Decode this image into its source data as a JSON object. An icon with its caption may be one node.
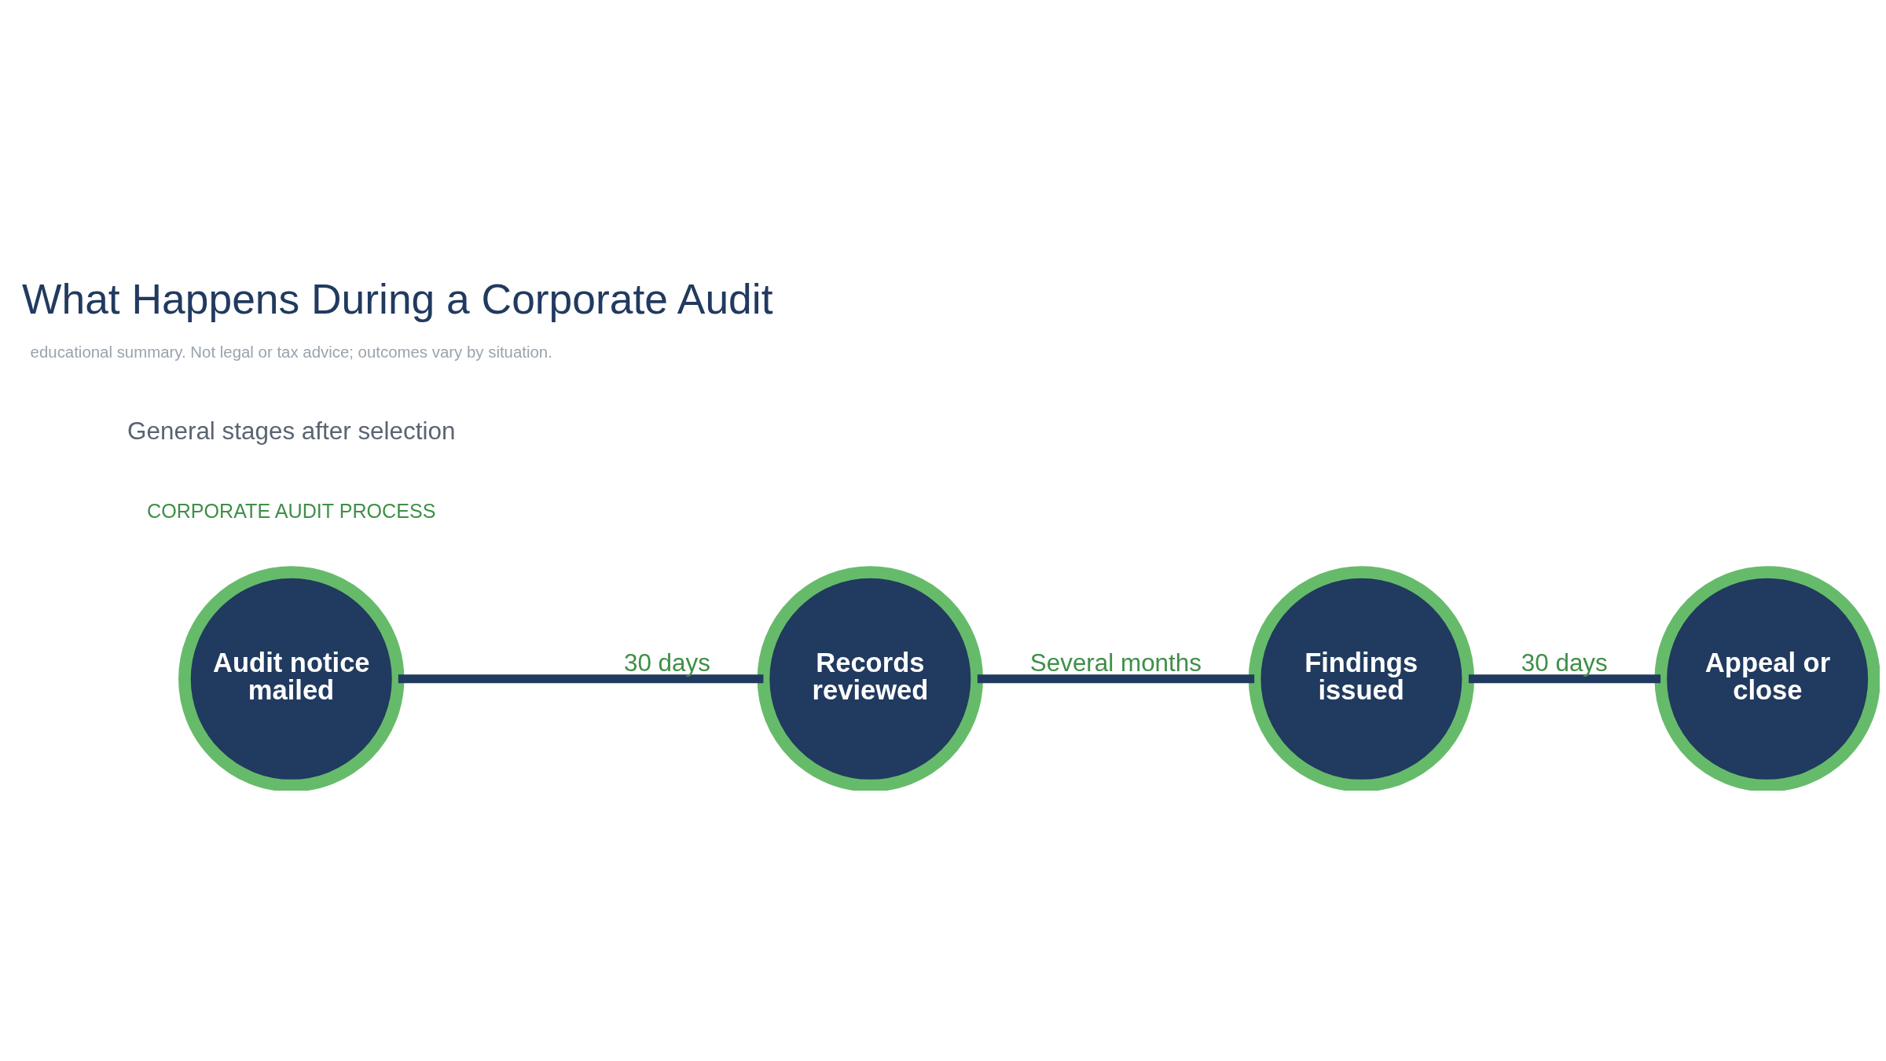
{
  "diagram": {
    "title": "What Happens During a Corporate Audit",
    "nodes": [
      {
        "text": [
          "Audit notice mailed"
        ]
      },
      {
        "text": [
          "Records reviewed"
        ]
      },
      {
        "text": [
          "Findings issued"
        ]
      },
      {
        "text": [
          "Appeal or close"
        ]
      }
    ],
    "edges": [
      {
        "from": 0,
        "to": 1,
        "arrow": "none",
        "label": "30 days"
      },
      {
        "from": 1,
        "to": 2,
        "arrow": "none",
        "label": "Several months"
      },
      {
        "from": 2,
        "to": 3,
        "arrow": "none",
        "label": "30 days"
      }
    ],
    "labels": [
      "CORPORATE AUDIT PROCESS",
      "General stages after selection",
      "educational summary. Not legal or tax advice; outcomes vary by situation."
    ]
  }
}
